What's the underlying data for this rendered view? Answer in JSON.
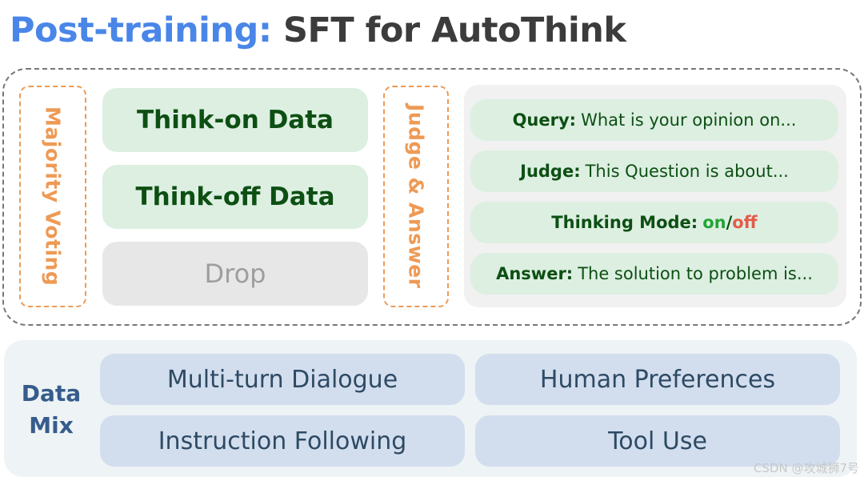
{
  "title": {
    "accent": "Post-training:",
    "rest": "SFT for AutoThink"
  },
  "majority_voting": {
    "label": "Majority Voting",
    "boxes": [
      "Think-on Data",
      "Think-off Data",
      "Drop"
    ]
  },
  "judge_answer": {
    "label": "Judge & Answer",
    "query": {
      "key": "Query:",
      "text": "What is your opinion on..."
    },
    "judge": {
      "key": "Judge:",
      "text": "This Question is about..."
    },
    "thinking_mode": {
      "key": "Thinking Mode:",
      "on": "on",
      "sep": "/",
      "off": "off"
    },
    "answer": {
      "key": "Answer:",
      "text": "The solution to problem is..."
    }
  },
  "data_mix": {
    "label_line1": "Data",
    "label_line2": "Mix",
    "items": [
      "Multi-turn Dialogue",
      "Human Preferences",
      "Instruction Following",
      "Tool Use"
    ]
  },
  "watermark": "CSDN @攻城狮7号",
  "colors": {
    "accent_blue": "#4a86e8",
    "orange": "#ee9a55",
    "dark_green": "#0d4f13",
    "light_green": "#dcefe1",
    "on_green": "#22a536",
    "off_red": "#e35b4a",
    "mix_blue": "#d2deee"
  }
}
